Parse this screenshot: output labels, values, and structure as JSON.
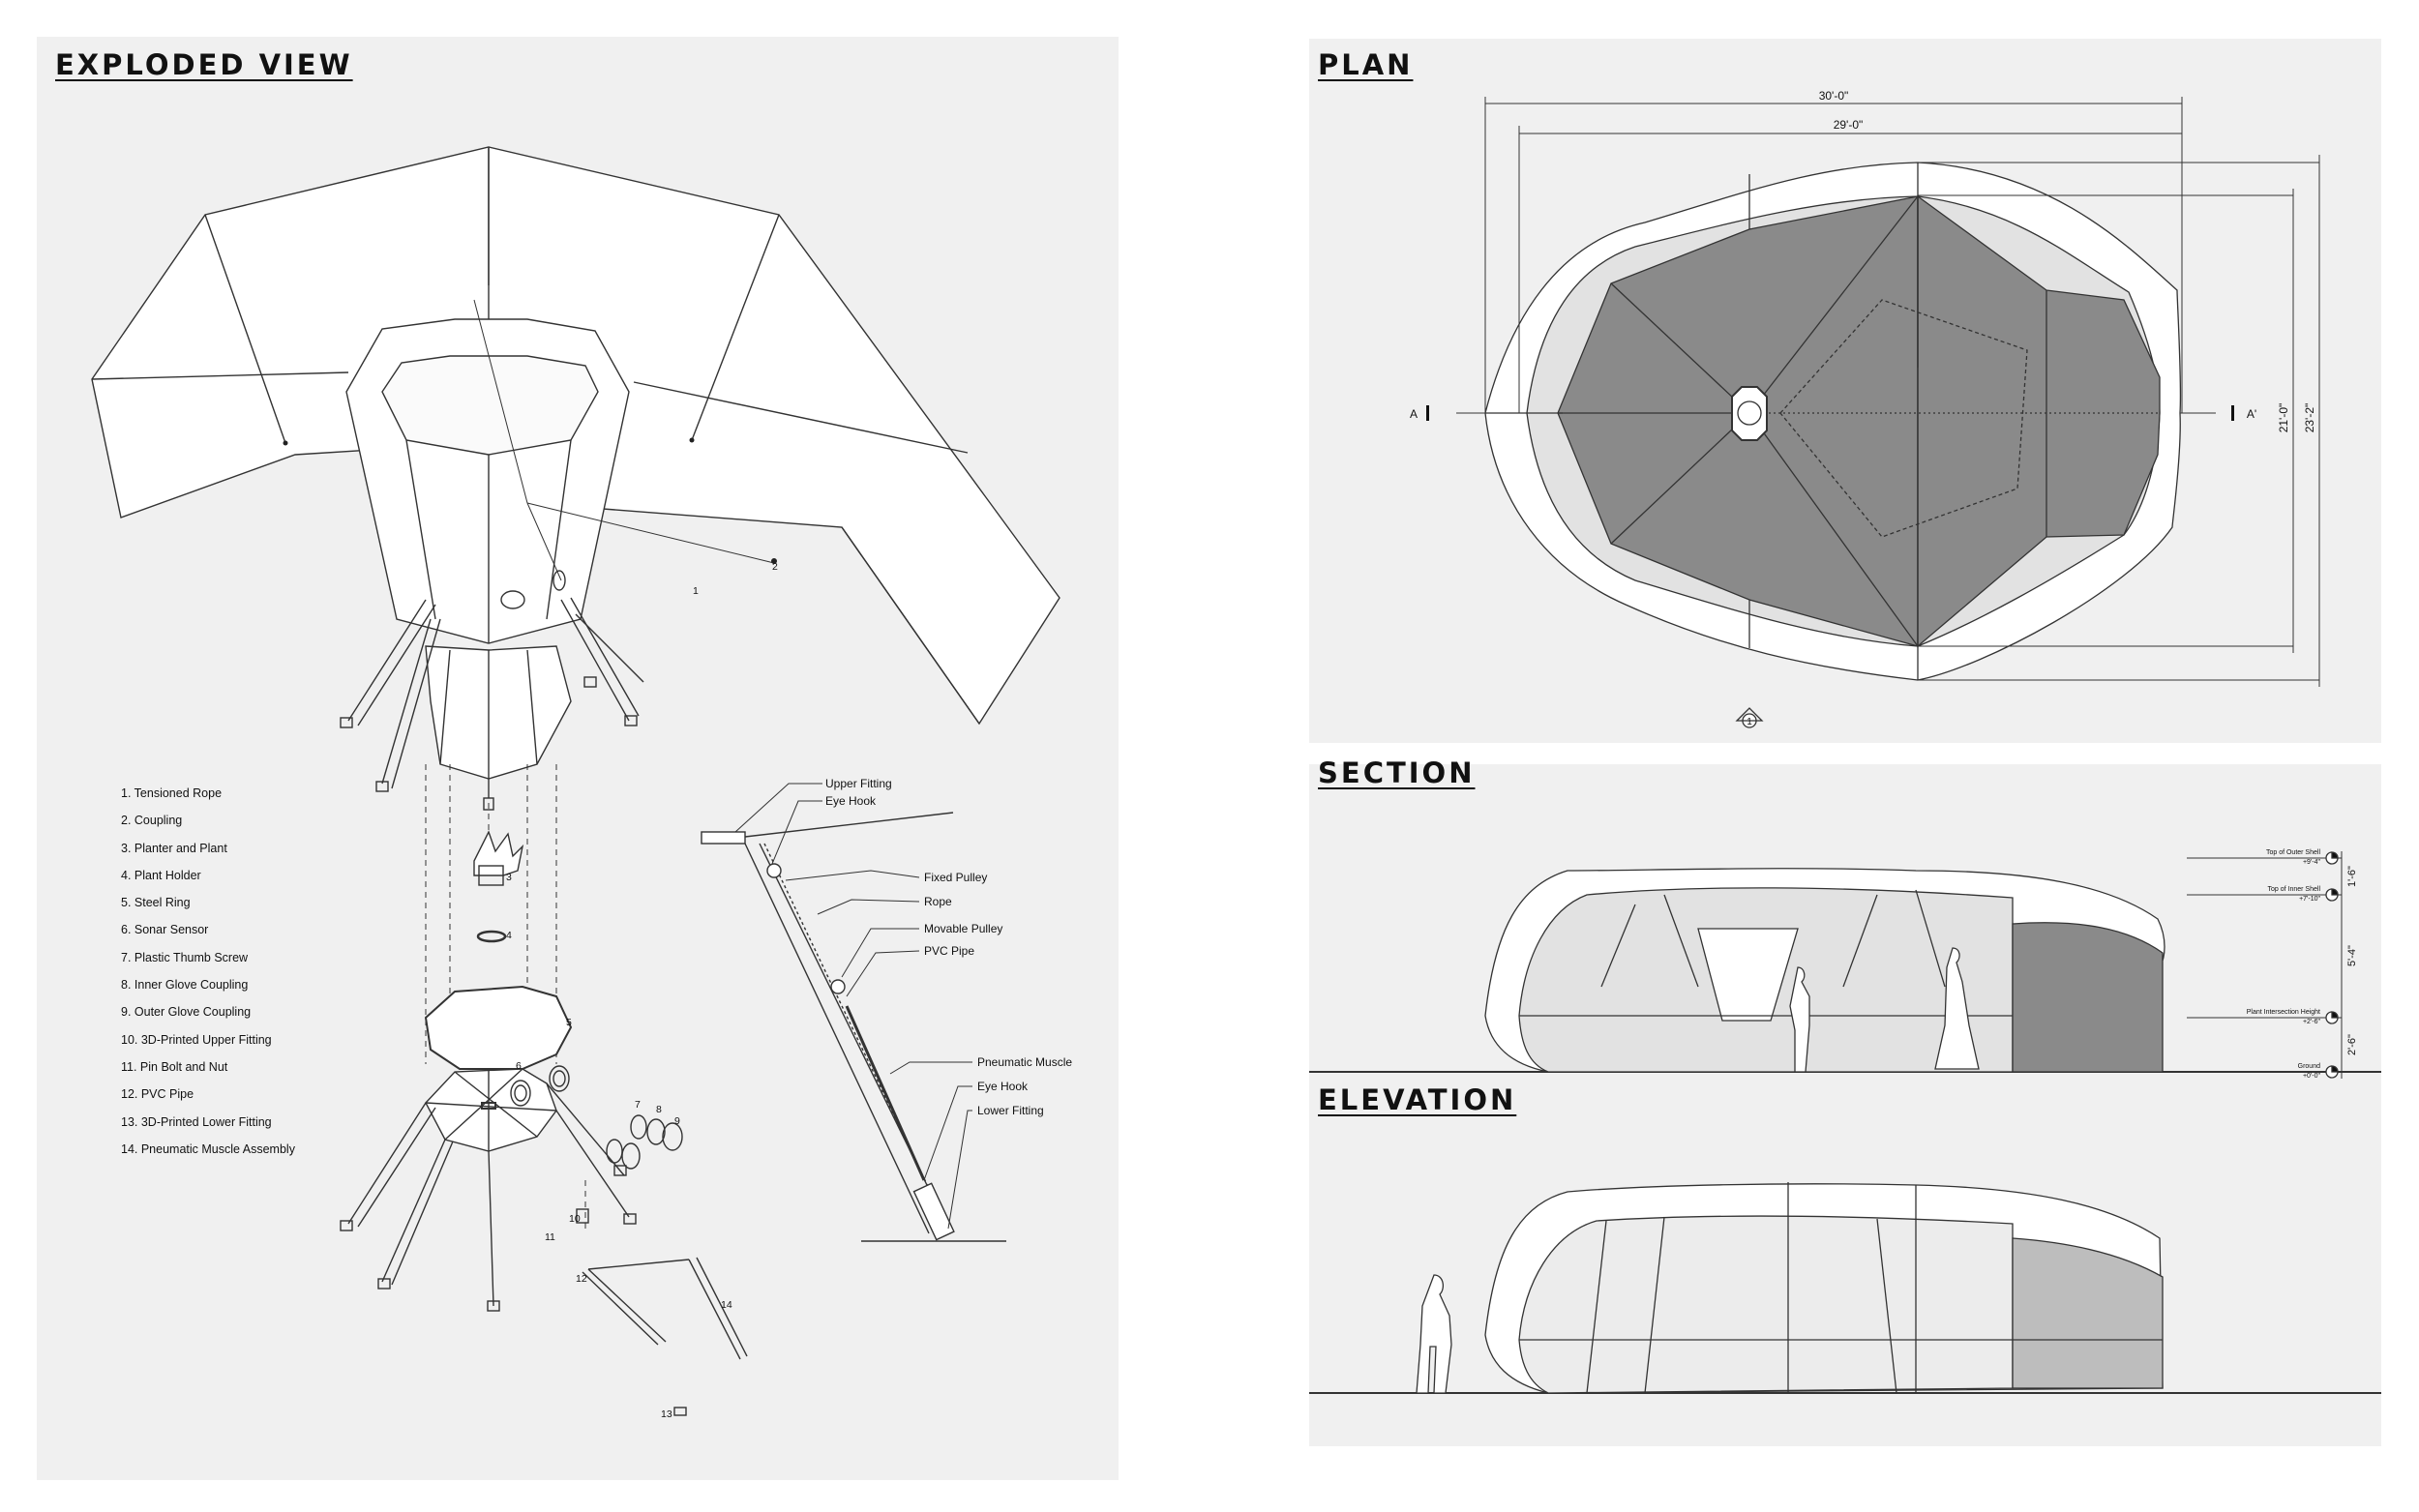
{
  "sheets": {
    "exploded": {
      "title": "EXPLODED VIEW"
    },
    "plan": {
      "title": "PLAN"
    },
    "section": {
      "title": "SECTION"
    },
    "elevation": {
      "title": "ELEVATION"
    }
  },
  "legend": [
    "1. Tensioned Rope",
    "2. Coupling",
    "3. Planter and Plant",
    "4. Plant Holder",
    "5. Steel Ring",
    "6. Sonar Sensor",
    "7. Plastic Thumb Screw",
    "8. Inner Glove Coupling",
    "9. Outer Glove Coupling",
    "10. 3D-Printed Upper Fitting",
    "11. Pin Bolt and Nut",
    "12. PVC Pipe",
    "13. 3D-Printed Lower Fitting",
    "14. Pneumatic Muscle Assembly"
  ],
  "part_numbers": [
    "1",
    "2",
    "3",
    "4",
    "5",
    "6",
    "7",
    "8",
    "9",
    "10",
    "11",
    "12",
    "13",
    "14"
  ],
  "detail_callouts": {
    "upper_fitting": "Upper Fitting",
    "eye_hook_top": "Eye Hook",
    "fixed_pulley": "Fixed Pulley",
    "rope": "Rope",
    "movable_pulley": "Movable Pulley",
    "pvc_pipe": "PVC Pipe",
    "pneumatic_muscle": "Pneumatic Muscle",
    "eye_hook_bottom": "Eye Hook",
    "lower_fitting": "Lower Fitting"
  },
  "plan": {
    "dim_overall_length": "30'-0\"",
    "dim_inner_length": "29'-0\"",
    "dim_inner_width": "21'-0\"",
    "dim_overall_width": "23'-2\"",
    "section_mark_left": "A",
    "section_mark_right": "A'",
    "view_number": "1"
  },
  "section": {
    "levels": [
      {
        "label": "Top of Outer Shell",
        "value": "+9'-4\""
      },
      {
        "label": "Top of Inner Shell",
        "value": "+7'-10\""
      },
      {
        "label": "Plant Intersection Height",
        "value": "+2'-6\""
      },
      {
        "label": "Ground",
        "value": "+0'-0\""
      }
    ],
    "heights": [
      "1'-6\"",
      "5'-4\"",
      "2'-6\""
    ]
  },
  "colors": {
    "panel": "#f0f0f0",
    "dark_fill": "#8a8a8a",
    "mid_fill": "#c8c8c8",
    "light_fill": "#e2e2e2",
    "line": "#222222"
  }
}
